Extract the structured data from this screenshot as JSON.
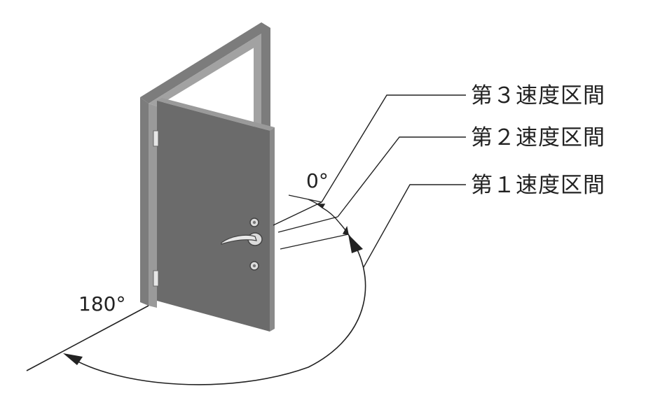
{
  "angles": {
    "open": "180°",
    "closed": "0°"
  },
  "zones": [
    {
      "label": "第３速度区間"
    },
    {
      "label": "第２速度区間"
    },
    {
      "label": "第１速度区間"
    }
  ],
  "colors": {
    "door_face": "#6b6b6b",
    "door_edge": "#8a8a8a",
    "frame": "#7c7c7c",
    "frame_inner": "#a2a2a2",
    "line": "#222222",
    "hardware": "#dcdcdc"
  }
}
